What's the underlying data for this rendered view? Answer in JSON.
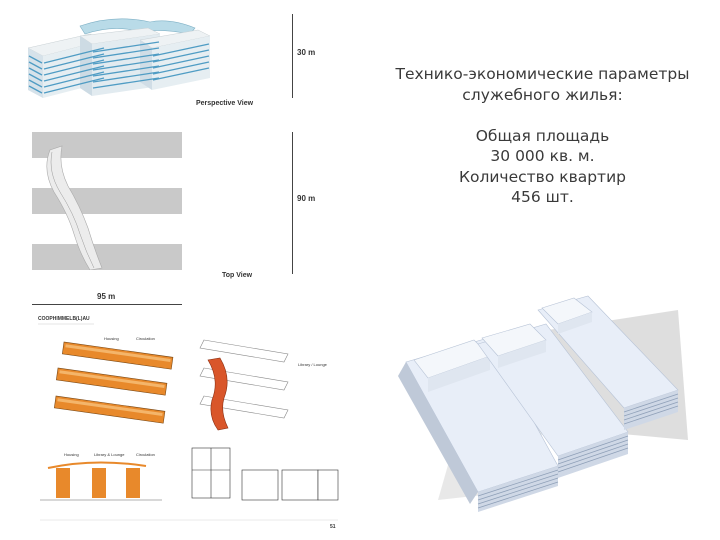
{
  "params": {
    "line1": "Технико-экономические параметры",
    "line2": "служебного жилья:",
    "line3": "Общая площадь",
    "line4": "30 000 кв. м.",
    "line5": "Количество квартир",
    "line6": "456 шт."
  },
  "drawings": {
    "height_label": "30 m",
    "perspective_label": "Perspective View",
    "length_label": "90 m",
    "top_label": "Top View",
    "width_label": "95 m"
  },
  "sheet": {
    "brand": "COOPHIMMELB(L)AU",
    "labels": [
      "Housing",
      "Circulation",
      "Library / Lounge",
      "Library & Lounge",
      "Circulation"
    ]
  }
}
